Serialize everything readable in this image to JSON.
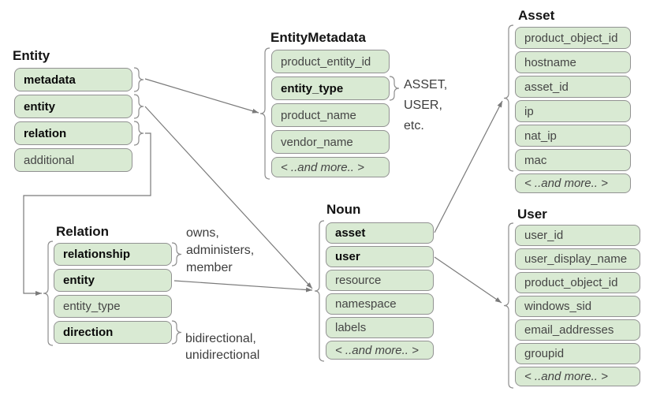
{
  "colors": {
    "field_fill": "#d9ead3",
    "field_border": "#929292",
    "connector_gray": "#7a7a7a",
    "bold_text": "#0a0a0a",
    "regular_text": "#454545"
  },
  "boxes": {
    "entity": {
      "title": "Entity",
      "fields": [
        {
          "label": "metadata"
        },
        {
          "label": "entity"
        },
        {
          "label": "relation"
        },
        {
          "label": "additional"
        }
      ]
    },
    "entity_metadata": {
      "title": "EntityMetadata",
      "fields": [
        {
          "label": "product_entity_id"
        },
        {
          "label": "entity_type"
        },
        {
          "label": "product_name"
        },
        {
          "label": "vendor_name"
        },
        {
          "label": "< ..and more.. >"
        }
      ]
    },
    "asset": {
      "title": "Asset",
      "fields": [
        {
          "label": "product_object_id"
        },
        {
          "label": "hostname"
        },
        {
          "label": "asset_id"
        },
        {
          "label": "ip"
        },
        {
          "label": "nat_ip"
        },
        {
          "label": "mac"
        },
        {
          "label": "< ..and more.. >"
        }
      ]
    },
    "noun": {
      "title": "Noun",
      "fields": [
        {
          "label": "asset"
        },
        {
          "label": "user"
        },
        {
          "label": "resource"
        },
        {
          "label": "namespace"
        },
        {
          "label": "labels"
        },
        {
          "label": "< ..and more.. >"
        }
      ]
    },
    "relation": {
      "title": "Relation",
      "fields": [
        {
          "label": "relationship"
        },
        {
          "label": "entity"
        },
        {
          "label": "entity_type"
        },
        {
          "label": "direction"
        }
      ]
    },
    "user": {
      "title": "User",
      "fields": [
        {
          "label": "user_id"
        },
        {
          "label": "user_display_name"
        },
        {
          "label": "product_object_id"
        },
        {
          "label": "windows_sid"
        },
        {
          "label": "email_addresses"
        },
        {
          "label": "groupid"
        },
        {
          "label": "< ..and more.. >"
        }
      ]
    }
  },
  "annotations": {
    "entity_type_values": [
      "ASSET,",
      "USER,",
      "etc."
    ],
    "relationship_values": [
      "owns,",
      "administers,",
      "member"
    ],
    "direction_values": [
      "bidirectional,",
      "unidirectional"
    ]
  },
  "connections": [
    {
      "from": "Entity.metadata",
      "to": "EntityMetadata"
    },
    {
      "from": "Entity.entity",
      "to": "Noun"
    },
    {
      "from": "Entity.relation",
      "to": "Relation"
    },
    {
      "from": "Relation.entity",
      "to": "Noun"
    },
    {
      "from": "Noun.asset",
      "to": "Asset"
    },
    {
      "from": "Noun.user",
      "to": "User"
    }
  ]
}
